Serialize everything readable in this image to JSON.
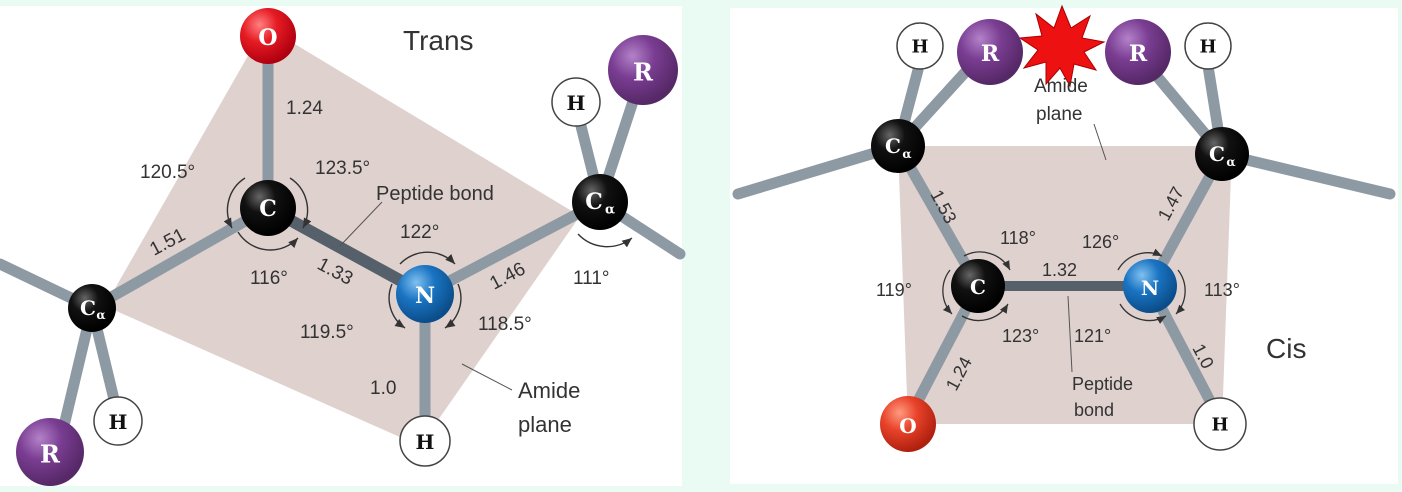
{
  "trans": {
    "title": "Trans",
    "atoms": {
      "O": "O",
      "C": "C",
      "N": "N",
      "H": "H",
      "R": "R",
      "Ca": "C",
      "alpha": "α"
    },
    "bond_lengths": {
      "C_O": "1.24",
      "Ca_C": "1.51",
      "C_N": "1.33",
      "N_Ca": "1.46",
      "N_H": "1.0"
    },
    "angles": {
      "a1205": "120.5°",
      "a1235": "123.5°",
      "a116": "116°",
      "a122": "122°",
      "a1195": "119.5°",
      "a1185": "118.5°",
      "a111": "111°"
    },
    "labels": {
      "peptide_bond": "Peptide bond",
      "amide_plane_1": "Amide",
      "amide_plane_2": "plane"
    }
  },
  "cis": {
    "title": "Cis",
    "atoms": {
      "O": "O",
      "C": "C",
      "N": "N",
      "H": "H",
      "R": "R",
      "Ca": "C",
      "alpha": "α"
    },
    "bond_lengths": {
      "Ca_C": "1.53",
      "C_N": "1.32",
      "N_Ca": "1.47",
      "C_O": "1.24",
      "N_H": "1.0"
    },
    "angles": {
      "a118": "118°",
      "a126": "126°",
      "a119": "119°",
      "a113": "113°",
      "a123": "123°",
      "a121": "121°"
    },
    "labels": {
      "amide_plane_1": "Amide",
      "amide_plane_2": "plane",
      "peptide_bond_1": "Peptide",
      "peptide_bond_2": "bond"
    }
  },
  "colors": {
    "carbon": "#111111",
    "oxygen": "#e8202a",
    "nitrogen": "#1a73c0",
    "hydrogen": "#ffffff",
    "r_group": "#7a3d92",
    "bond": "#8e9aa3",
    "plane": "#dccfcb",
    "clash": "#ee1111"
  }
}
